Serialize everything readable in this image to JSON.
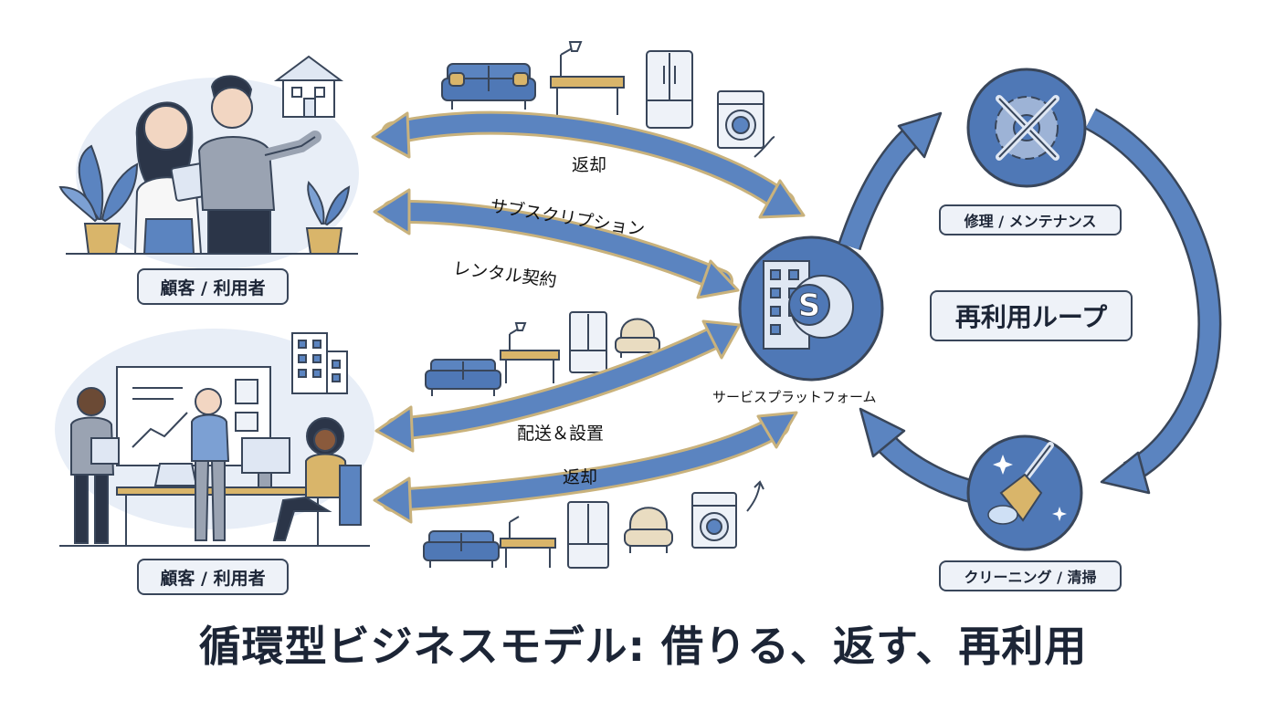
{
  "customers": {
    "top_label": "顧客 / 利用者",
    "bottom_label": "顧客 / 利用者"
  },
  "flows": {
    "return_top": "返却",
    "subscription": "サブスクリプション",
    "rental_contract": "レンタル契約",
    "delivery_install": "配送＆設置",
    "return_bottom": "返却"
  },
  "platform": {
    "label": "サービスプラットフォーム"
  },
  "loop": {
    "repair": "修理 / メンテナンス",
    "reuse": "再利用ループ",
    "cleaning": "クリーニング / 清掃"
  },
  "title": "循環型ビジネスモデル: 借りる、返す、再利用",
  "colors": {
    "arrow_blue": "#5b84c0",
    "arrow_outline": "#c9b27c",
    "dark_outline": "#39465a",
    "bubble": "#e8eef7",
    "circle_fill": "#4f78b6"
  },
  "icons": [
    "sofa-icon",
    "desk-lamp-icon",
    "refrigerator-icon",
    "washing-machine-icon",
    "armchair-icon",
    "house-icon",
    "office-building-icon",
    "gear-wrench-icon",
    "broom-icon",
    "building-gear-dollar-icon"
  ]
}
